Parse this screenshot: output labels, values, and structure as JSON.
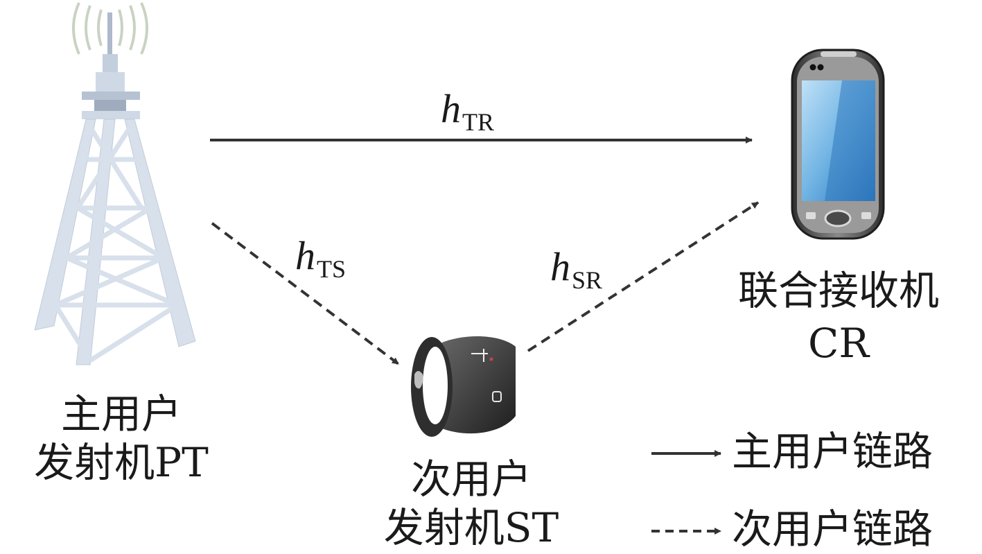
{
  "nodes": {
    "pt": {
      "line1": "主用户",
      "line2": "发射机PT",
      "icon": "tower-icon"
    },
    "st": {
      "line1": "次用户",
      "line2": "发射机ST",
      "icon": "watch-icon"
    },
    "cr": {
      "line1": "联合接收机",
      "line2": "CR",
      "icon": "phone-icon"
    }
  },
  "links": {
    "tr": {
      "symbol": "h",
      "subscript": "TR",
      "style": "solid"
    },
    "ts": {
      "symbol": "h",
      "subscript": "TS",
      "style": "dashed"
    },
    "sr": {
      "symbol": "h",
      "subscript": "SR",
      "style": "dashed"
    }
  },
  "legend": {
    "primary": "主用户链路",
    "secondary": "次用户链路"
  },
  "colors": {
    "arrow": "#333333",
    "tower": "#cfd9e6",
    "watch": "#3a3a3a",
    "phone_screen": "#4a90cc"
  }
}
